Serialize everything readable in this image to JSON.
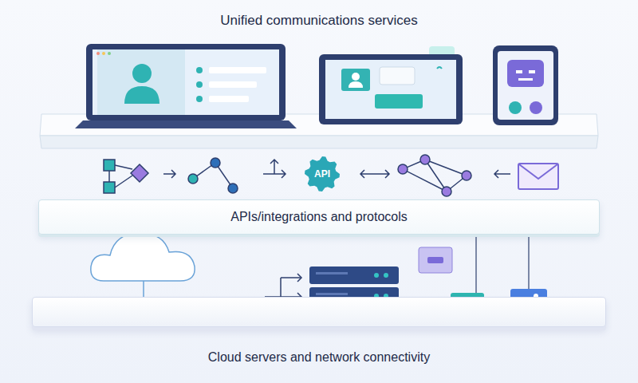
{
  "diagram": {
    "title": "Unified communications services",
    "nodes": [
      {
        "text": [
          "API"
        ]
      },
      {
        "text": [
          "APIs/integrations and protocols"
        ]
      },
      {
        "text": [
          "Cloud servers and network connectivity"
        ]
      }
    ]
  }
}
